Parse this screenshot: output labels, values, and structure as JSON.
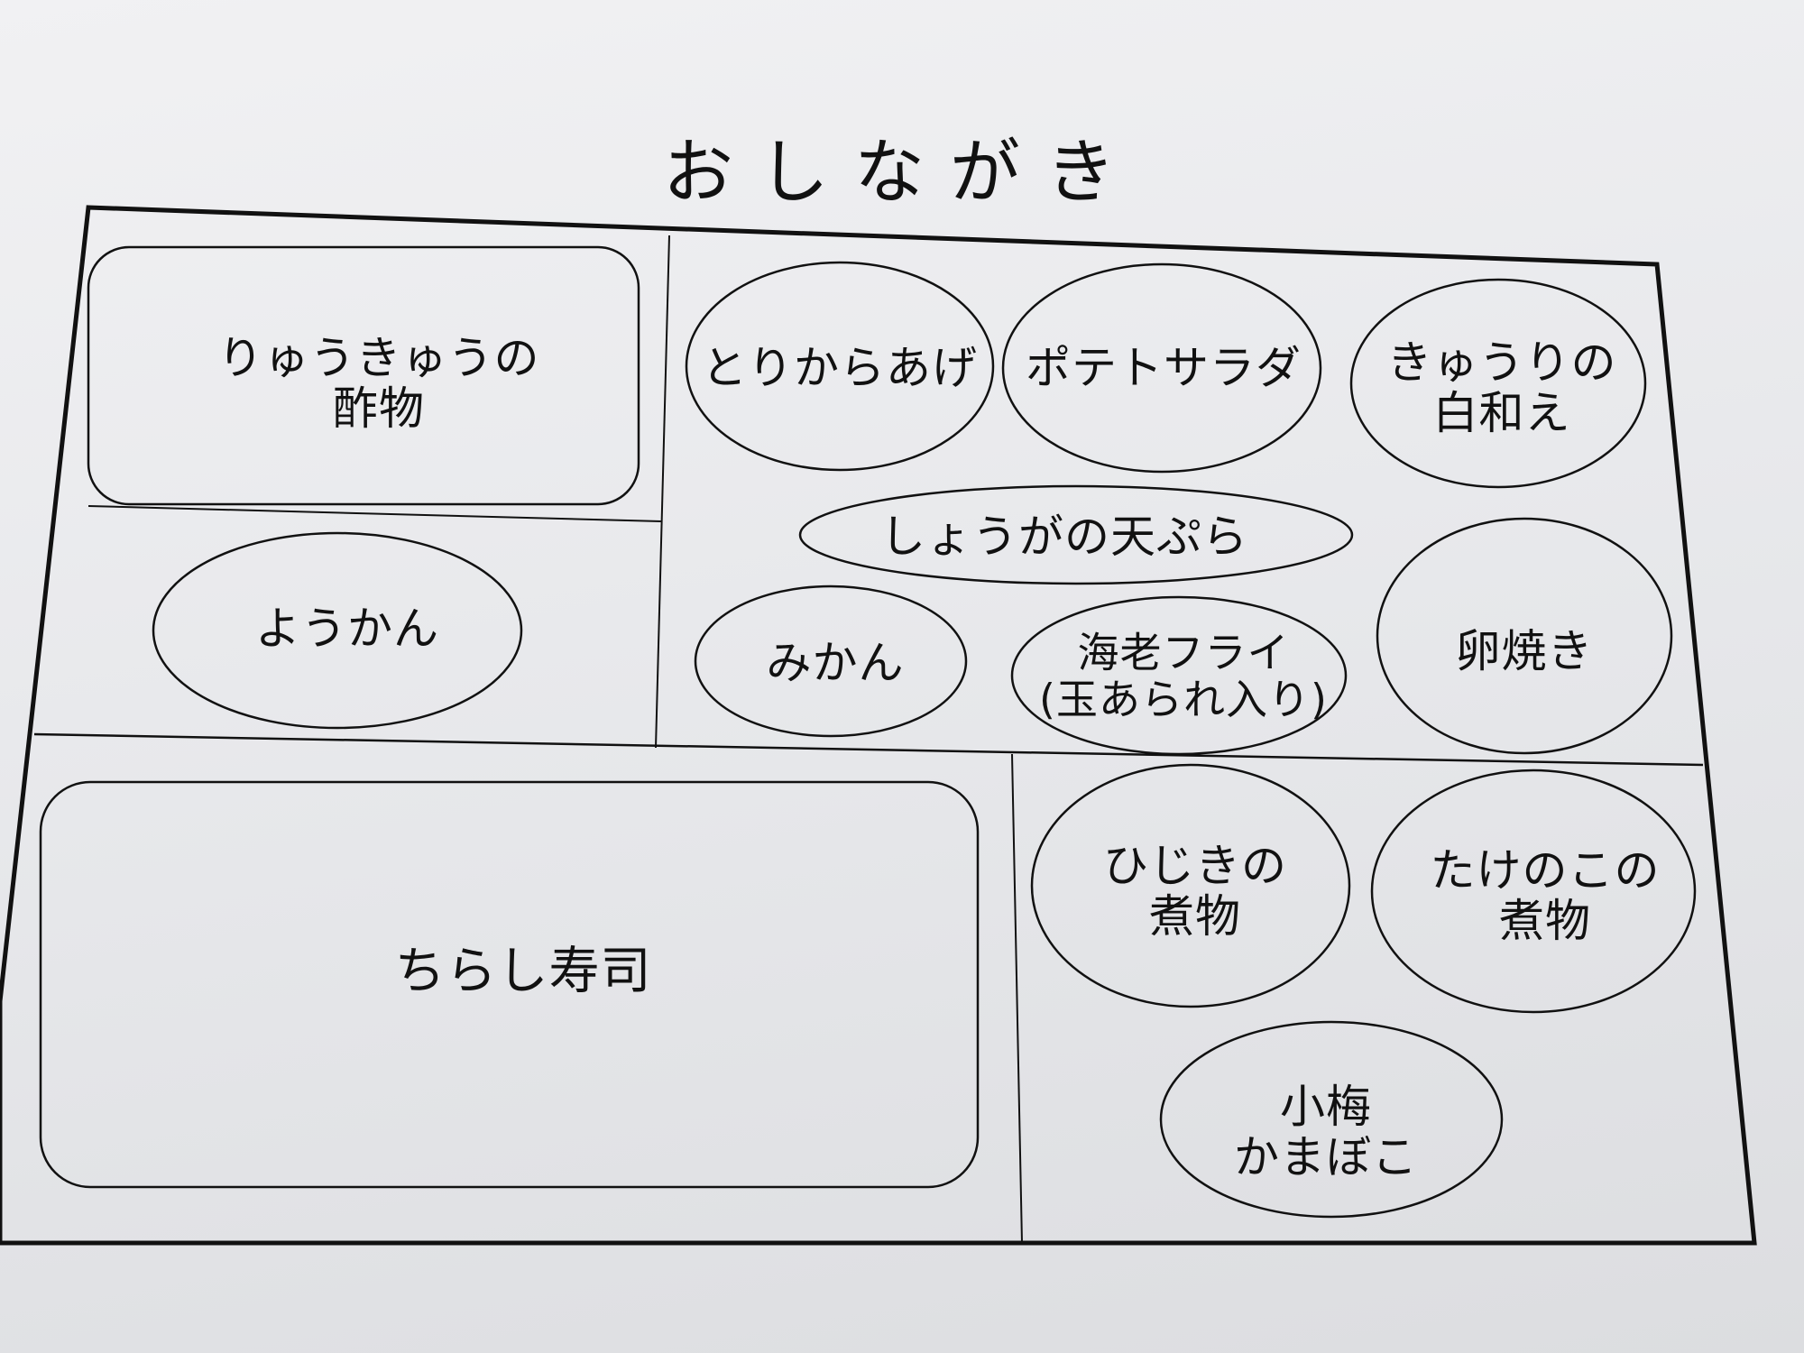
{
  "title": "おしながき",
  "items": {
    "ryukyu": [
      "りゅうきゅうの",
      "酢物"
    ],
    "youkan": "ようかん",
    "chirashi": "ちらし寿司",
    "karaage": "とりからあげ",
    "potato": "ポテトサラダ",
    "kyuuri": [
      "きゅうりの",
      "白和え"
    ],
    "shouga": "しょうがの天ぷら",
    "mikan": "みかん",
    "ebi": [
      "海老フライ",
      "(玉あられ入り)"
    ],
    "tamago": "卵焼き",
    "hijiki": [
      "ひじきの",
      "煮物"
    ],
    "takenoko": [
      "たけのこの",
      "煮物"
    ],
    "koume": [
      "小梅",
      "かまぼこ"
    ]
  }
}
